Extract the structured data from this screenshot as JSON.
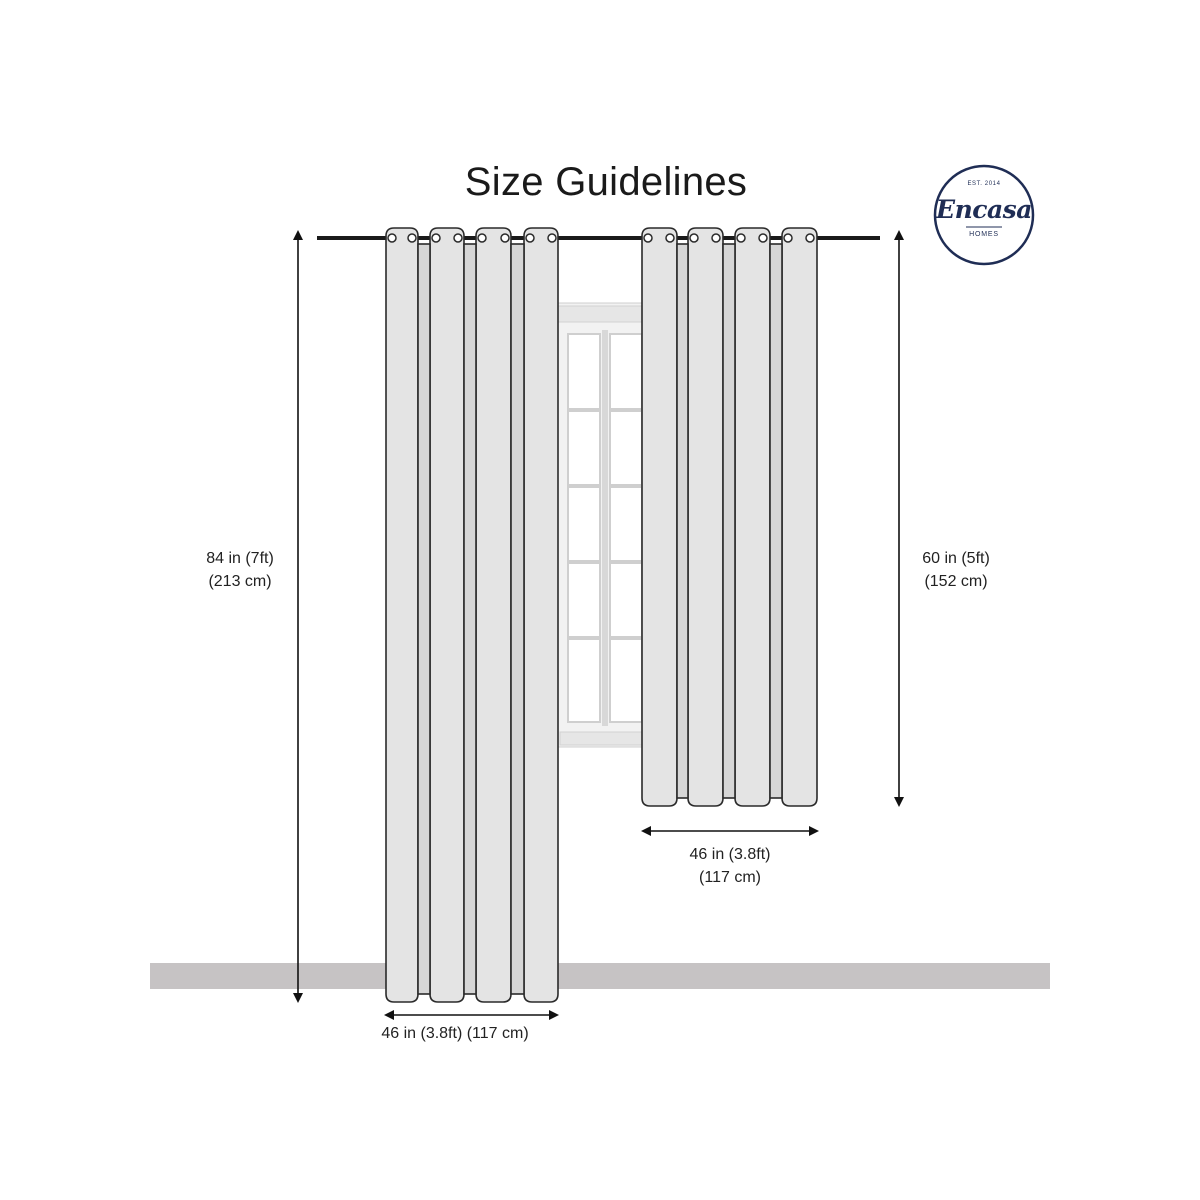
{
  "title": "Size Guidelines",
  "logo": {
    "est": "EST. 2014",
    "brand": "Encasa",
    "sub": "HOMES",
    "color": "#1f2d55"
  },
  "dimensions": {
    "long_height": {
      "line1": "84 in (7ft)",
      "line2": "(213 cm)",
      "inches": 84
    },
    "short_height": {
      "line1": "60 in (5ft)",
      "line2": "(152 cm)",
      "inches": 60
    },
    "short_width": {
      "line1": "46 in (3.8ft)",
      "line2": "(117 cm)",
      "inches": 46
    },
    "long_width": {
      "line1": "46 in (3.8ft) (117 cm)",
      "inches": 46
    }
  },
  "colors": {
    "panel_fill": "#e4e4e4",
    "panel_stroke": "#2a2a2a",
    "rod": "#1a1a1a",
    "floor": "#c6c3c4",
    "window_frame": "#ebebeb"
  }
}
